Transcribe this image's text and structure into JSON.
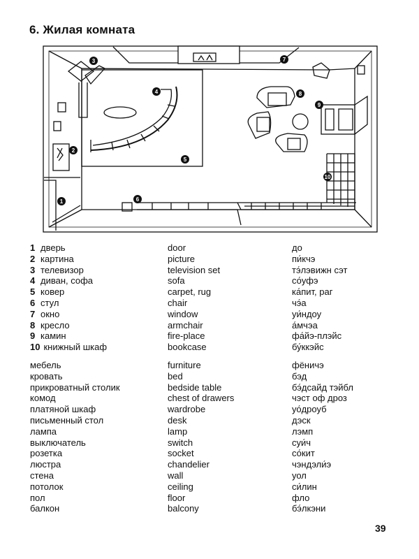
{
  "title": "6. Жилая комната",
  "figure_labels": [
    "1",
    "2",
    "3",
    "4",
    "5",
    "6",
    "7",
    "8",
    "9",
    "10"
  ],
  "numbered_items": [
    {
      "num": "1",
      "ru": "дверь",
      "en": "door",
      "tr": "до"
    },
    {
      "num": "2",
      "ru": "картина",
      "en": "picture",
      "tr": "пи́кчэ"
    },
    {
      "num": "3",
      "ru": "телевизор",
      "en": "television set",
      "tr": "тэ́лэвижн сэт"
    },
    {
      "num": "4",
      "ru": "диван, софа",
      "en": "sofa",
      "tr": "со́уфэ"
    },
    {
      "num": "5",
      "ru": "ковер",
      "en": "carpet, rug",
      "tr": "ка́пит, раг"
    },
    {
      "num": "6",
      "ru": "стул",
      "en": "chair",
      "tr": "чэ́а"
    },
    {
      "num": "7",
      "ru": "окно",
      "en": "window",
      "tr": "уи́ндоу"
    },
    {
      "num": "8",
      "ru": "кресло",
      "en": "armchair",
      "tr": "а́мчэа"
    },
    {
      "num": "9",
      "ru": "камин",
      "en": "fire-place",
      "tr": "фа́йэ-плэйс"
    },
    {
      "num": "10",
      "ru": "книжный шкаф",
      "en": "bookcase",
      "tr": "бу́ккэйс"
    }
  ],
  "extra_items": [
    {
      "ru": "мебель",
      "en": "furniture",
      "tr": "фёничэ"
    },
    {
      "ru": "кровать",
      "en": "bed",
      "tr": "бэд"
    },
    {
      "ru": "прикроватный столик",
      "en": "bedside table",
      "tr": "бэ́дсайд тэйбл"
    },
    {
      "ru": "комод",
      "en": "chest of drawers",
      "tr": "чэст оф дроз"
    },
    {
      "ru": "платяной шкаф",
      "en": "wardrobe",
      "tr": "уо́дроуб"
    },
    {
      "ru": "письменный стол",
      "en": "desk",
      "tr": "дэск"
    },
    {
      "ru": "лампа",
      "en": "lamp",
      "tr": "лэмп"
    },
    {
      "ru": "выключатель",
      "en": "switch",
      "tr": "суи́ч"
    },
    {
      "ru": "розетка",
      "en": "socket",
      "tr": "со́кит"
    },
    {
      "ru": "люстра",
      "en": "chandelier",
      "tr": "чэндэли́э"
    },
    {
      "ru": "стена",
      "en": "wall",
      "tr": "уол"
    },
    {
      "ru": "потолок",
      "en": "ceiling",
      "tr": "си́лин"
    },
    {
      "ru": "пол",
      "en": "floor",
      "tr": "фло"
    },
    {
      "ru": "балкон",
      "en": "balcony",
      "tr": "бэ́лкэни"
    }
  ],
  "page_number": "39"
}
